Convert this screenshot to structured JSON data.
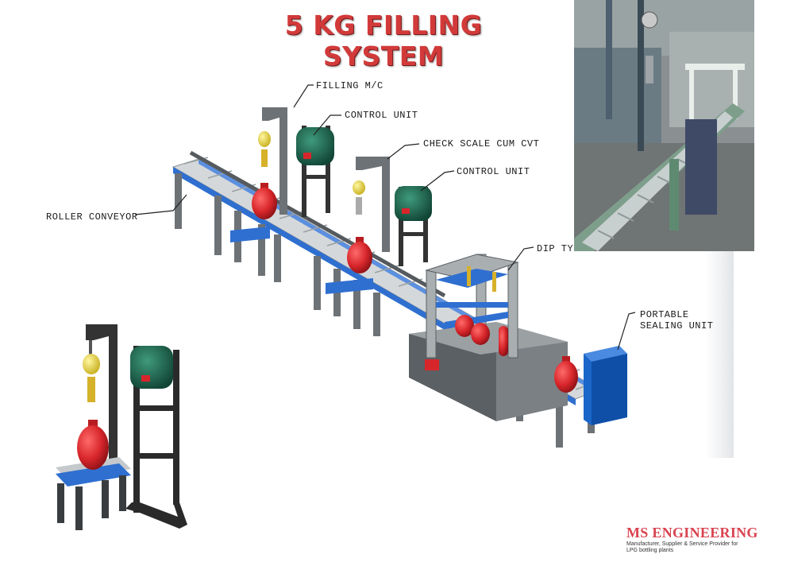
{
  "title": "5 KG FILLING SYSTEM",
  "labels": {
    "filling_mc": "FILLING M/C",
    "control_unit_1": "CONTROL UNIT",
    "check_scale": "CHECK SCALE CUM CVT",
    "control_unit_2": "CONTROL UNIT",
    "roller_conveyor": "ROLLER CONVEYOR",
    "dip_tank": "DIP TY",
    "portable_sealing_line1": "PORTABLE",
    "portable_sealing_line2": "SEALING UNIT"
  },
  "brand": {
    "name": "MS ENGINEERING",
    "tagline": "Manufacturer, Supplier & Service Provider for LPG bottling plants"
  },
  "colors": {
    "title": "#d23a3a",
    "cylinder": "#d7262b",
    "frame_blue": "#2f6fd0",
    "steel_grey": "#6d7276",
    "control_green": "#1f6b52",
    "sealing_blue": "#1a66c9",
    "brand_red": "#d94350"
  }
}
